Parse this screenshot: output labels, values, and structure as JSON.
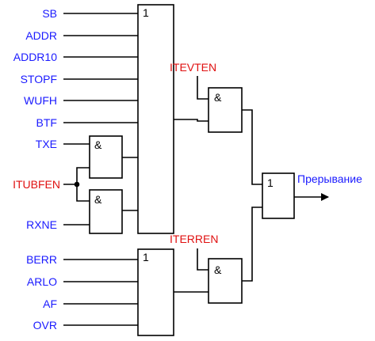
{
  "colors": {
    "signal": "#1a1aff",
    "enable": "#e01010",
    "line": "#000000"
  },
  "or1": {
    "symbol": "1",
    "inputs": [
      "SB",
      "ADDR",
      "ADDR10",
      "STOPF",
      "WUFH",
      "BTF",
      "TXE",
      "RXNE"
    ]
  },
  "shared_enable": "ITUBFEN",
  "and_txe": {
    "symbol": "&"
  },
  "and_rxne": {
    "symbol": "&"
  },
  "or2": {
    "symbol": "1",
    "inputs": [
      "BERR",
      "ARLO",
      "AF",
      "OVR"
    ]
  },
  "and_event": {
    "symbol": "&",
    "enable": "ITEVTEN"
  },
  "and_error": {
    "symbol": "&",
    "enable": "ITERREN"
  },
  "or_final": {
    "symbol": "1"
  },
  "output_label": "Прерывание"
}
